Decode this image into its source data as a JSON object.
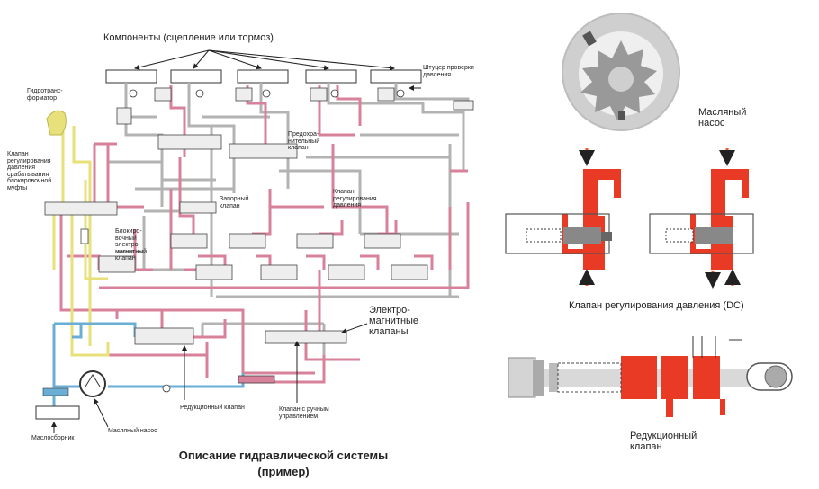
{
  "hydraulic": {
    "components_label": "Компоненты (сцепление или тормоз)",
    "test_port_label": "Штуцер проверки давления",
    "torque_converter_label": "Гидротранс-форматор",
    "lockup_valve_label": "Клапан регулирования давления срабатывания блокировочной муфты",
    "relief_valve_label": "Предохра-нительный клапан",
    "check_valve_label": "Запорный клапан",
    "pressure_valve_label": "Клапан регулирования давления",
    "lock_solenoid_label": "Блокиро-вочный электро-магнитный клапан",
    "solenoids_label": "Электро-магнитные клапаны",
    "reducing_valve_label": "Редукционный клапан",
    "manual_valve_label": "Клапан с ручным управлением",
    "sump_label": "Маслосборник",
    "pump_label": "Масляный насос",
    "title_line1": "Описание гидравлической системы",
    "title_line2": "(пример)"
  },
  "right": {
    "oil_pump_label": "Масляный насос",
    "dc_valve_label": "Клапан регулирования давления (DC)",
    "reducing_valve_label": "Редукционный клапан"
  },
  "colors": {
    "pink_line": "#d7819a",
    "yellow_line": "#e8e07a",
    "blue_line": "#6aaed6",
    "gray_line": "#b3b3b3",
    "red_valve": "#e83a25",
    "dark_red": "#c0202a",
    "arrow_orange": "#f05a28"
  }
}
